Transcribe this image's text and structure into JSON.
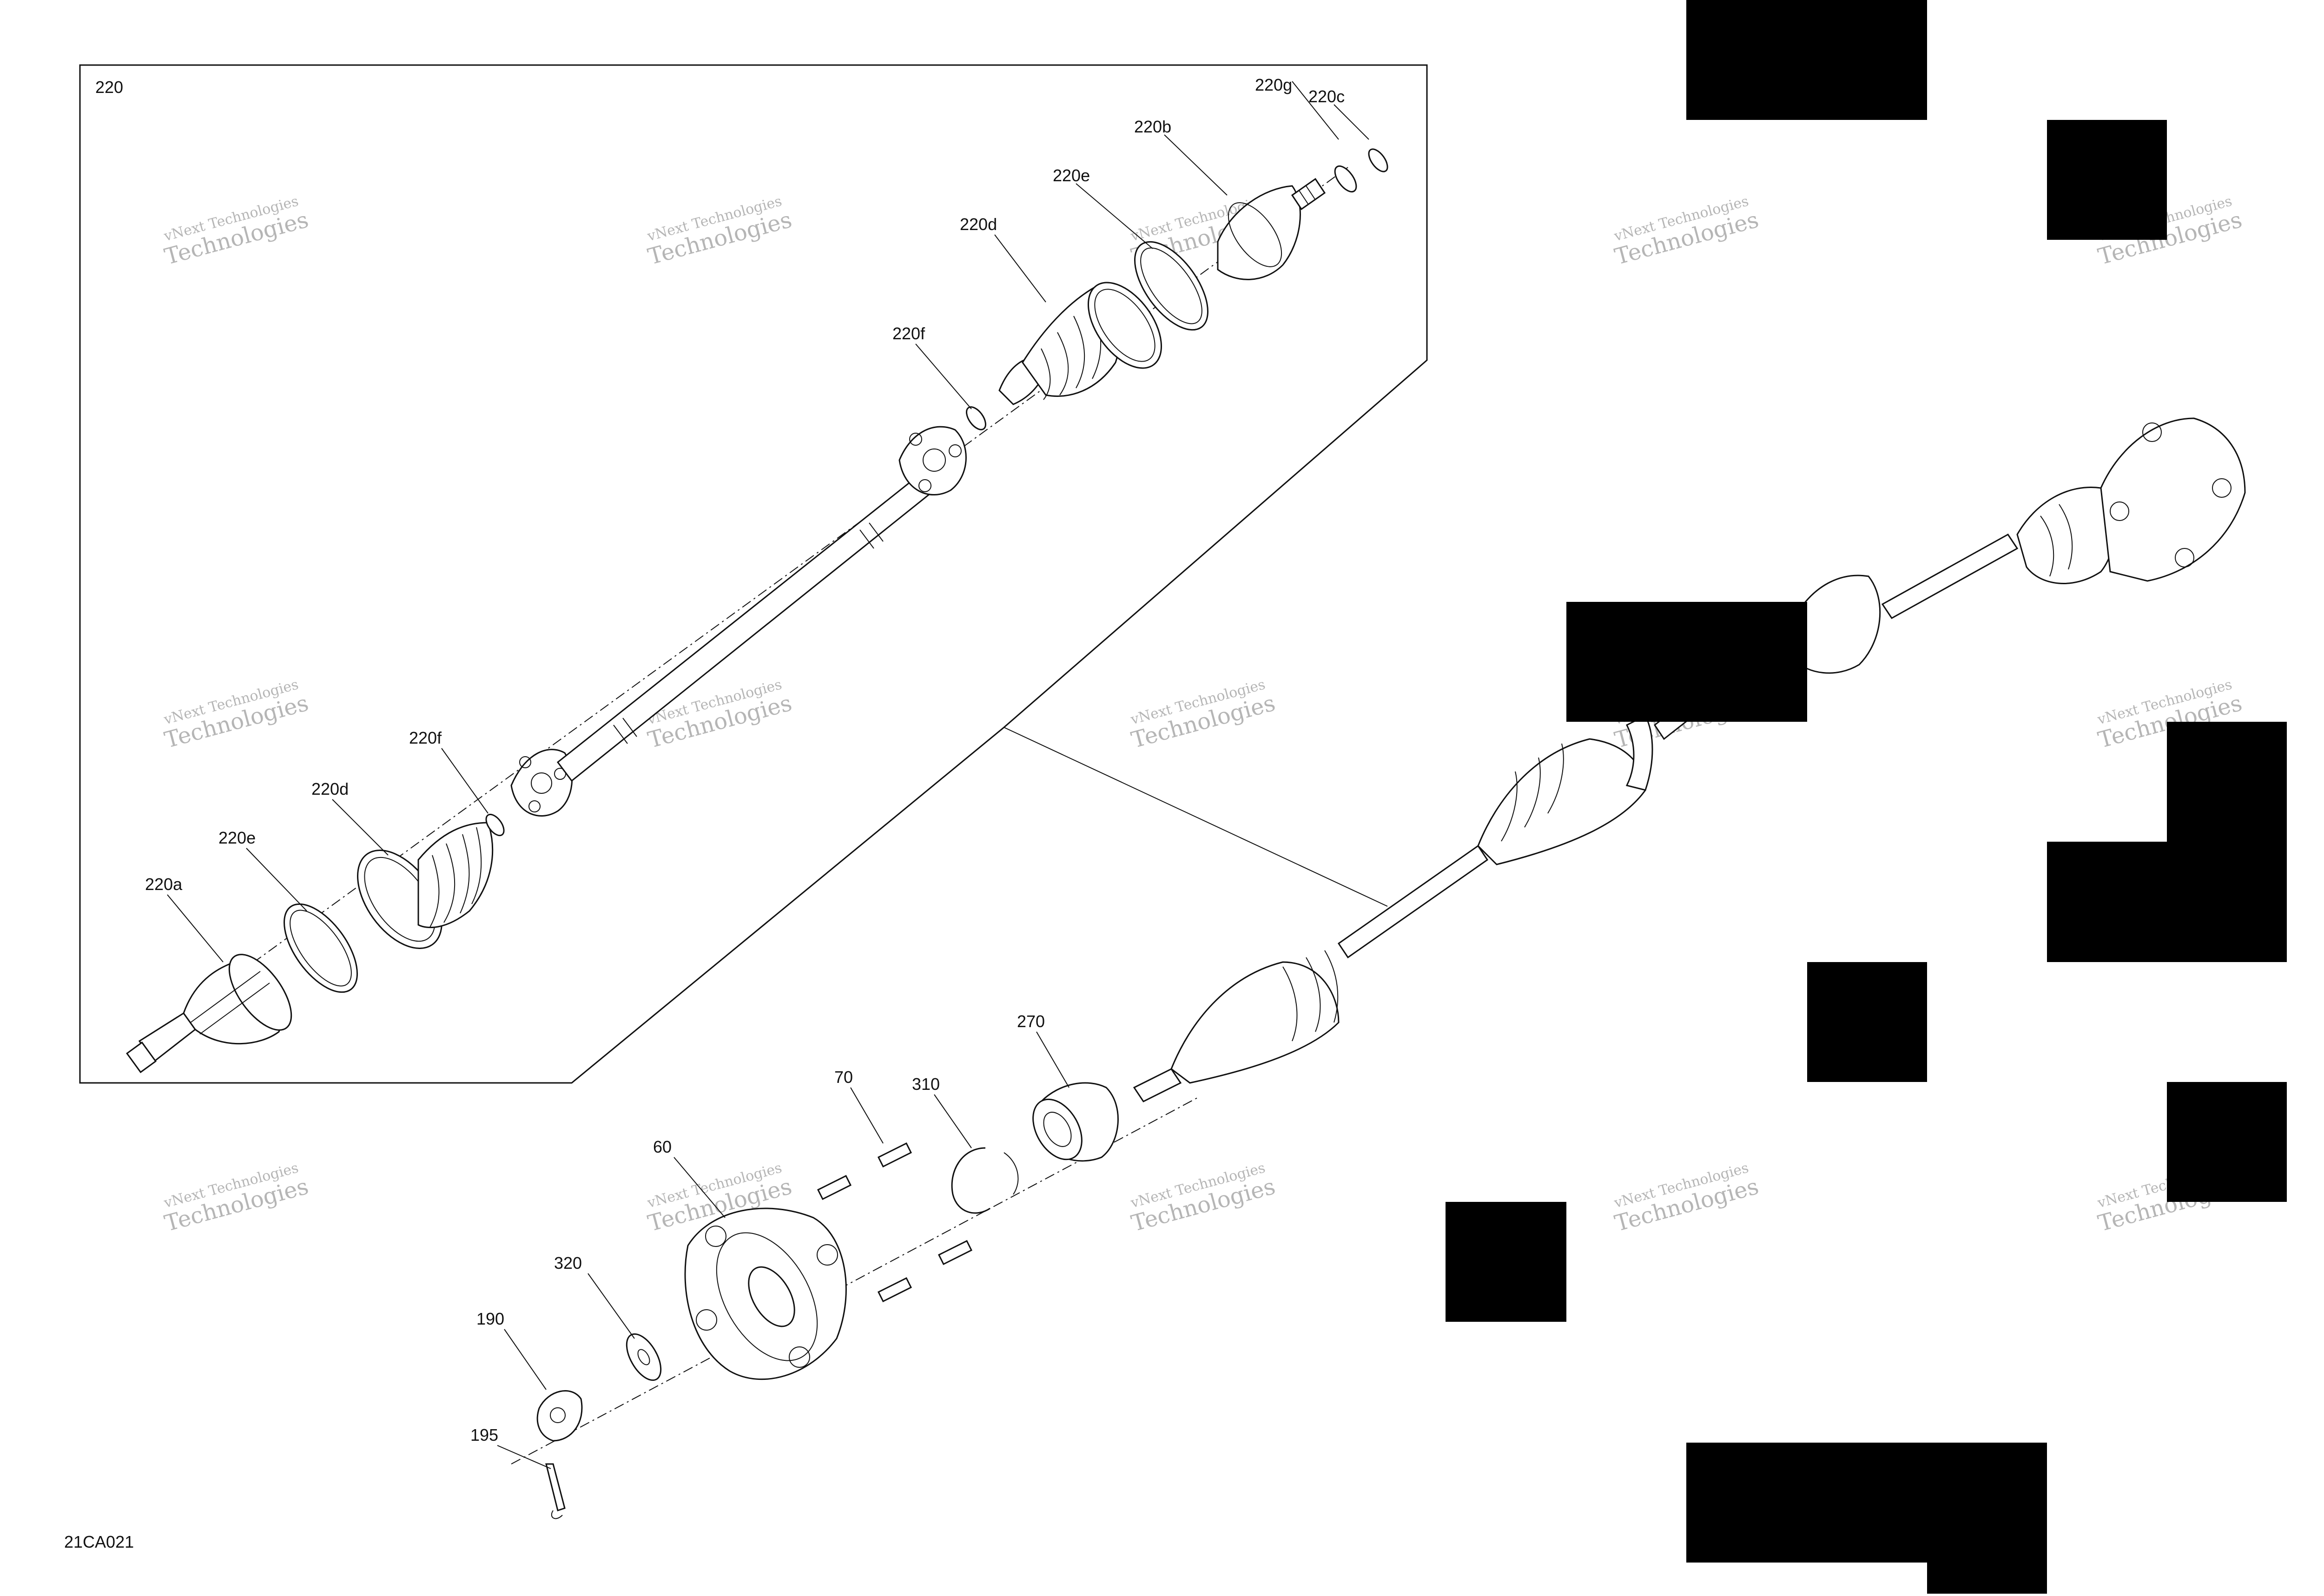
{
  "inset": {
    "label": "220"
  },
  "figure_code": "21CA021",
  "watermark": {
    "line1": "vNext Technologies",
    "line2": "Technologies"
  },
  "callouts": [
    {
      "id": "220g",
      "text": "220g"
    },
    {
      "id": "220c",
      "text": "220c"
    },
    {
      "id": "220b",
      "text": "220b"
    },
    {
      "id": "220e-top",
      "text": "220e"
    },
    {
      "id": "220d-top",
      "text": "220d"
    },
    {
      "id": "220f-top",
      "text": "220f"
    },
    {
      "id": "220f-bottom",
      "text": "220f"
    },
    {
      "id": "220d-bottom",
      "text": "220d"
    },
    {
      "id": "220e-bottom",
      "text": "220e"
    },
    {
      "id": "220a",
      "text": "220a"
    },
    {
      "id": "270",
      "text": "270"
    },
    {
      "id": "70",
      "text": "70"
    },
    {
      "id": "310",
      "text": "310"
    },
    {
      "id": "60",
      "text": "60"
    },
    {
      "id": "320",
      "text": "320"
    },
    {
      "id": "190",
      "text": "190"
    },
    {
      "id": "195",
      "text": "195"
    }
  ],
  "colors": {
    "line": "#111111",
    "redaction": "#000000",
    "watermark": "#7a7a7a",
    "background": "#ffffff"
  }
}
